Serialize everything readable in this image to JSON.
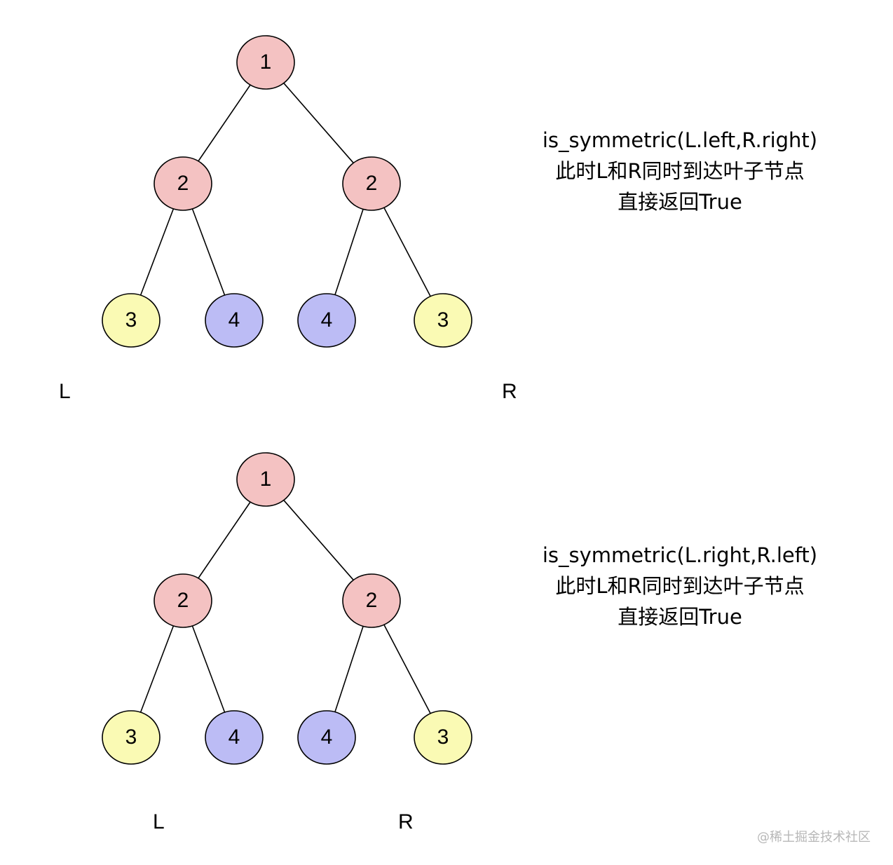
{
  "colors": {
    "root": "#f4c2c2",
    "level2": "#f4c2c2",
    "yellow": "#fafab4",
    "blue": "#bcbcf5",
    "stroke": "#000000"
  },
  "panels": [
    {
      "nodes": [
        {
          "id": "n1",
          "label": "1",
          "color": "root"
        },
        {
          "id": "n2l",
          "label": "2",
          "color": "level2"
        },
        {
          "id": "n2r",
          "label": "2",
          "color": "level2"
        },
        {
          "id": "n3a",
          "label": "3",
          "color": "yellow"
        },
        {
          "id": "n4a",
          "label": "4",
          "color": "blue"
        },
        {
          "id": "n4b",
          "label": "4",
          "color": "blue"
        },
        {
          "id": "n3b",
          "label": "3",
          "color": "yellow"
        }
      ],
      "edges": [
        [
          "n1",
          "n2l"
        ],
        [
          "n1",
          "n2r"
        ],
        [
          "n2l",
          "n3a"
        ],
        [
          "n2l",
          "n4a"
        ],
        [
          "n2r",
          "n4b"
        ],
        [
          "n2r",
          "n3b"
        ]
      ],
      "left_marker": "L",
      "right_marker": "R",
      "note_lines": [
        "is_symmetric(L.left,R.right)",
        "此时L和R同时到达叶子节点",
        "直接返回True"
      ]
    },
    {
      "nodes": [
        {
          "id": "n1",
          "label": "1",
          "color": "root"
        },
        {
          "id": "n2l",
          "label": "2",
          "color": "level2"
        },
        {
          "id": "n2r",
          "label": "2",
          "color": "level2"
        },
        {
          "id": "n3a",
          "label": "3",
          "color": "yellow"
        },
        {
          "id": "n4a",
          "label": "4",
          "color": "blue"
        },
        {
          "id": "n4b",
          "label": "4",
          "color": "blue"
        },
        {
          "id": "n3b",
          "label": "3",
          "color": "yellow"
        }
      ],
      "edges": [
        [
          "n1",
          "n2l"
        ],
        [
          "n1",
          "n2r"
        ],
        [
          "n2l",
          "n3a"
        ],
        [
          "n2l",
          "n4a"
        ],
        [
          "n2r",
          "n4b"
        ],
        [
          "n2r",
          "n3b"
        ]
      ],
      "left_marker": "L",
      "right_marker": "R",
      "note_lines": [
        "is_symmetric(L.right,R.left)",
        "此时L和R同时到达叶子节点",
        "直接返回True"
      ]
    }
  ],
  "watermark": "@稀土掘金技术社区"
}
